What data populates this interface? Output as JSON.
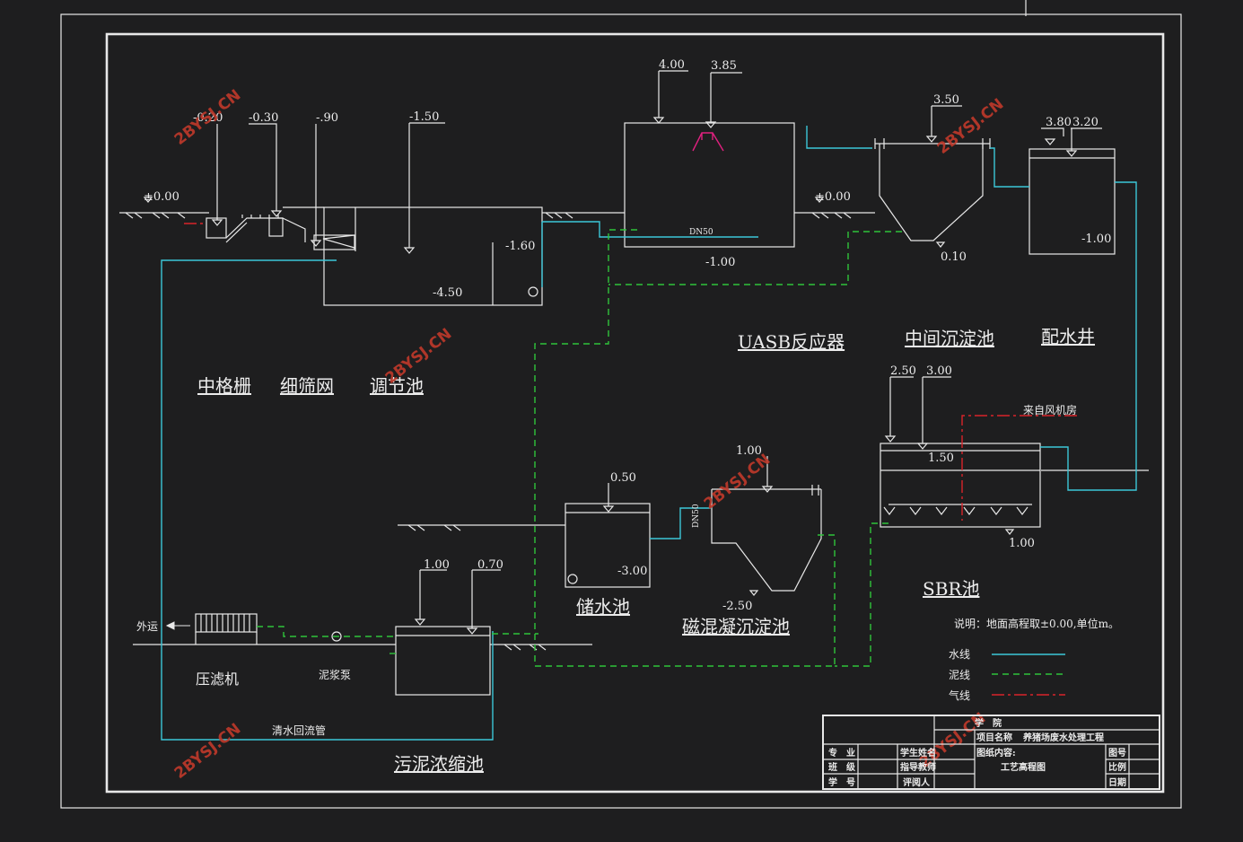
{
  "levels": {
    "ground_left": "±0.00",
    "grid_a": "-0.20",
    "grid_b": "-0.30",
    "screen": "-.90",
    "reg_top": "-1.50",
    "reg_pump": "-1.60",
    "reg_bottom": "-4.50",
    "uasb_top": "4.00",
    "uasb_water": "3.85",
    "uasb_bottom": "-1.00",
    "ground_mid": "±0.00",
    "clar_top": "3.50",
    "clar_bottom": "0.10",
    "dist_a": "3.80",
    "dist_b": "3.20",
    "dist_bottom": "-1.00",
    "sbr_a": "2.50",
    "sbr_b": "3.00",
    "sbr_c": "1.50",
    "sbr_bottom": "1.00",
    "mag_top": "1.00",
    "mag_bottom": "-2.50",
    "store_top": "0.50",
    "store_bottom": "-3.00",
    "thick_a": "1.00",
    "thick_b": "0.70"
  },
  "labels": {
    "grid": "中格栅",
    "screen": "细筛网",
    "regulating": "调节池",
    "uasb": "UASB反应器",
    "clarifier": "中间沉淀池",
    "distribution": "配水井",
    "sbr": "SBR池",
    "storage": "储水池",
    "magnetic": "磁混凝沉淀池",
    "thickener": "污泥浓缩池",
    "filter_press": "压滤机",
    "sludge_pump": "泥浆泵",
    "outbound": "外运",
    "return_pipe": "清水回流管",
    "blower": "来自风机房",
    "dn50_a": "DN50",
    "dn50_b": "DN50"
  },
  "note": "说明：地面高程取±0.00,单位m。",
  "legend": {
    "water": "水线",
    "sludge": "泥线",
    "air": "气线"
  },
  "colors": {
    "water": "#3cc7d8",
    "sludge": "#2fc43a",
    "air": "#d8232a",
    "line": "#e8e8e8",
    "background": "#1e1e1f"
  },
  "watermark": "2BYSJ.CN",
  "title_block": {
    "college": "学　院",
    "project_label": "项目名称",
    "project": "养猪场废水处理工程",
    "major": "专　业",
    "class": "班　级",
    "student_id": "学　号",
    "student_name": "学生姓名",
    "advisor": "指导教师",
    "reviewer": "评阅人",
    "drawing_label": "图纸内容:",
    "drawing": "工艺高程图",
    "drawing_no": "图号",
    "scale": "比例",
    "date": "日期"
  }
}
